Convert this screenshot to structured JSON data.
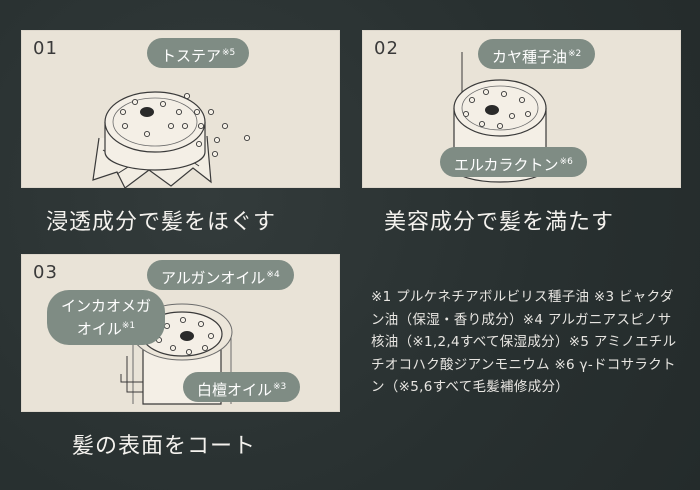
{
  "panels": [
    {
      "number": "01",
      "labels": [
        {
          "text": "トステア",
          "sup": "※5"
        }
      ],
      "caption": "浸透成分で髪をほぐす"
    },
    {
      "number": "02",
      "labels": [
        {
          "text": "カヤ種子油",
          "sup": "※2"
        },
        {
          "text": "エルカラクトン",
          "sup": "※6"
        }
      ],
      "caption": "美容成分で髪を満たす"
    },
    {
      "number": "03",
      "labels": [
        {
          "text": "アルガンオイル",
          "sup": "※4"
        },
        {
          "line1": "インカオメガ",
          "line2": "オイル",
          "sup": "※1"
        },
        {
          "text": "白檀オイル",
          "sup": "※3"
        }
      ],
      "caption": "髪の表面をコート"
    }
  ],
  "notes": "※1 プルケネチアボルビリス種子油 ※3 ビャクダン油（保湿・香り成分）※4 アルガニアスピノサ核油（※1,2,4すべて保湿成分）※5 アミノエチルチオコハク酸ジアンモニウム ※6 γ-ドコサラクトン（※5,6すべて毛髪補修成分）"
}
